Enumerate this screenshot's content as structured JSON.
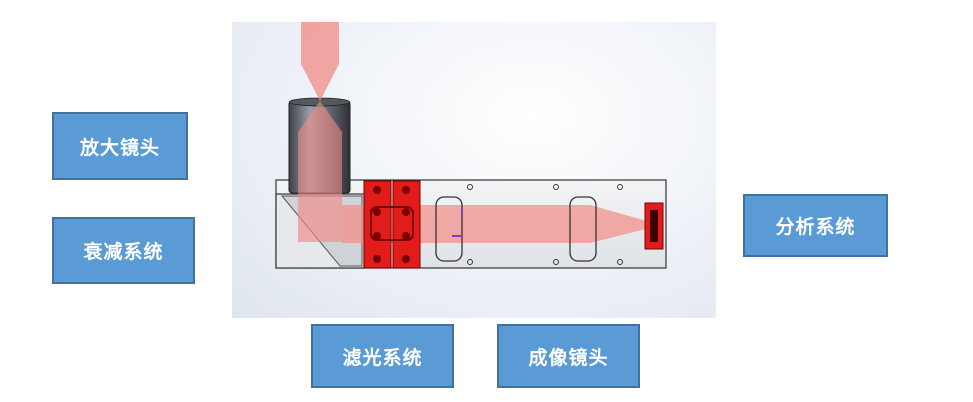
{
  "labels": {
    "magnify_lens": "放大镜头",
    "attenuation_system": "衰减系统",
    "filter_system": "滤光系统",
    "imaging_lens": "成像镜头",
    "analysis_system": "分析系统"
  },
  "colors": {
    "label_fill": "#5b9bd5",
    "label_border": "#41719c",
    "beam": "#f28b85",
    "filter_mount": "#e21b1b",
    "housing": "#e9ebee"
  }
}
